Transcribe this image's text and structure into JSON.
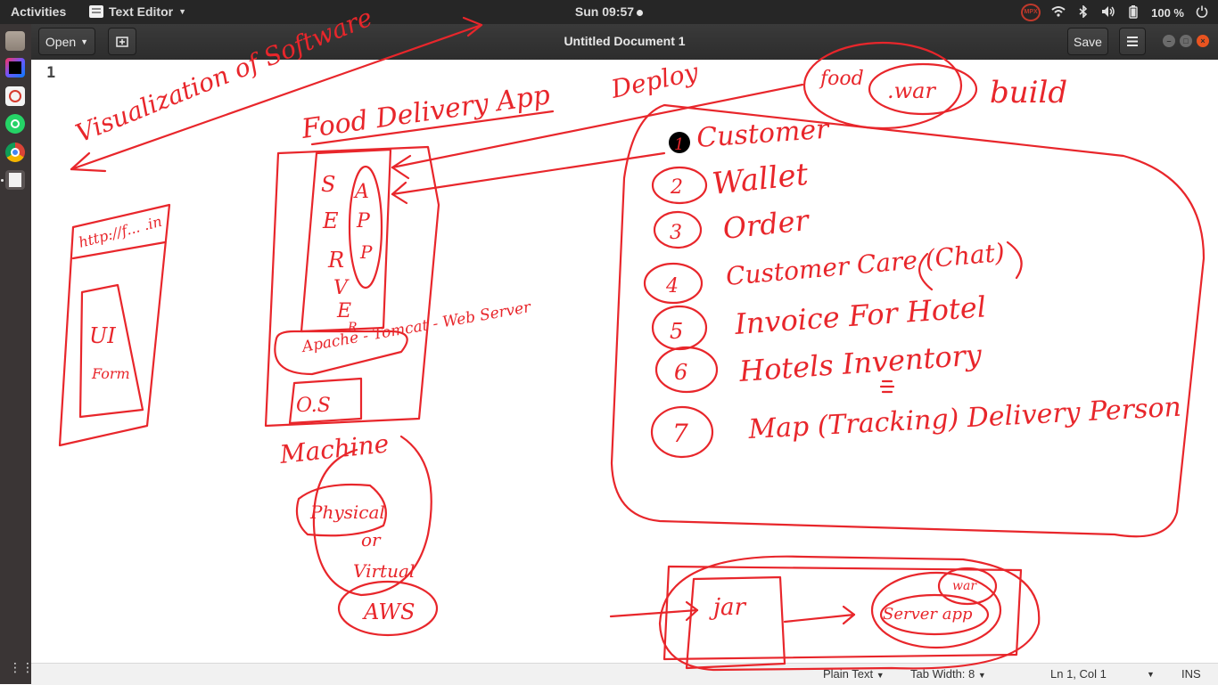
{
  "topbar": {
    "activities": "Activities",
    "app_name": "Text Editor",
    "clock": "Sun 09:57",
    "battery": "100 %",
    "tray_icons": [
      "mpx-icon",
      "wifi-icon",
      "bluetooth-icon",
      "volume-icon",
      "battery-icon",
      "power-icon"
    ]
  },
  "dock": {
    "items": [
      "files-icon",
      "intellij-icon",
      "pdf-viewer-icon",
      "whatsapp-icon",
      "chrome-icon",
      "text-editor-icon"
    ],
    "grid_icon": "apps-grid-icon"
  },
  "headerbar": {
    "open_label": "Open",
    "title": "Untitled Document 1",
    "save_label": "Save"
  },
  "editor": {
    "line_number": "1"
  },
  "statusbar": {
    "language": "Plain Text",
    "tab_width": "Tab Width: 8",
    "position": "Ln 1, Col 1",
    "mode": "INS"
  },
  "annotations": {
    "visualization": "Visualization of Software",
    "food_delivery_app": "Food Delivery App",
    "deploy": "Deploy",
    "food": "food",
    "war": ".war",
    "build": "build",
    "server_letters": [
      "S",
      "E",
      "R",
      "V",
      "E",
      "R"
    ],
    "app_letters": [
      "A",
      "P",
      "P"
    ],
    "web_server": "Apache - Tomcat - Web Server",
    "os": "O.S",
    "machine": "Machine",
    "physical_or_virtual": [
      "Physical",
      "or",
      "Virtual"
    ],
    "aws": "AWS",
    "http_ui": "http://f... .in",
    "ui": "UI",
    "ui_sub": "Form",
    "modules": [
      {
        "num": "1",
        "label": "Customer"
      },
      {
        "num": "2",
        "label": "Wallet"
      },
      {
        "num": "3",
        "label": "Order"
      },
      {
        "num": "4",
        "label": "Customer Care (Chat)"
      },
      {
        "num": "5",
        "label": "Invoice For Hotel"
      },
      {
        "num": "6",
        "label": "Hotels Inventory"
      },
      {
        "num": "7",
        "label": "Map (Tracking) Delivery Person"
      }
    ],
    "jar": "jar",
    "server_app": "Server app",
    "war_small": "war"
  },
  "colors": {
    "ink": "#e8262b",
    "topbar": "#262626",
    "dock": "#3a3535",
    "close_button": "#e95420"
  }
}
